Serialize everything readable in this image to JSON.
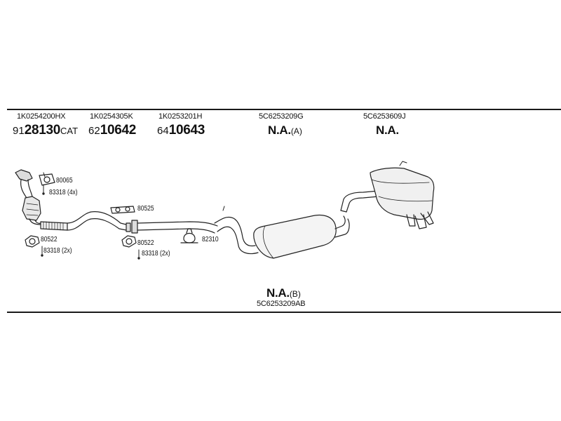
{
  "sections": [
    {
      "part_no": "1K0254200HX",
      "code_prefix": "91",
      "code_main": "28130",
      "code_suffix": "CAT"
    },
    {
      "part_no": "1K0254305K",
      "code_prefix": "62",
      "code_main": "10642",
      "code_suffix": ""
    },
    {
      "part_no": "1K0253201H",
      "code_prefix": "64",
      "code_main": "10643",
      "code_suffix": ""
    },
    {
      "part_no": "5C6253209G",
      "code_prefix": "",
      "code_main": "N.A.",
      "code_suffix": "(A)"
    },
    {
      "part_no": "5C6253609J",
      "code_prefix": "",
      "code_main": "N.A.",
      "code_suffix": ""
    }
  ],
  "bottom": {
    "code_main": "N.A.",
    "code_suffix": "(B)",
    "part_no": "5C6253209AB"
  },
  "labels": {
    "gasket_top": "80065",
    "bolt_top": "83318 (4x)",
    "gasket_mid": "80525",
    "gasket_left": "80522",
    "bolt_left": "83318 (2x)",
    "gasket_right": "80522",
    "bolt_right": "83318 (2x)",
    "clamp": "82310"
  }
}
